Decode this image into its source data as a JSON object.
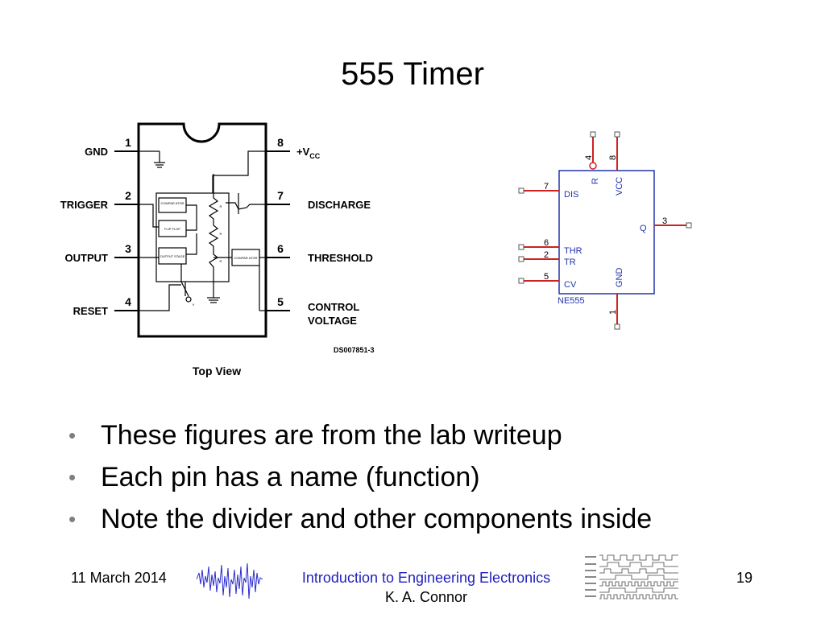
{
  "slide": {
    "title": "555 Timer"
  },
  "pinout": {
    "left_pins": [
      {
        "num": "1",
        "label": "GND"
      },
      {
        "num": "2",
        "label": "TRIGGER"
      },
      {
        "num": "3",
        "label": "OUTPUT"
      },
      {
        "num": "4",
        "label": "RESET"
      }
    ],
    "right_pins": [
      {
        "num": "8",
        "label": "+V"
      },
      {
        "num": "7",
        "label": "DISCHARGE"
      },
      {
        "num": "6",
        "label": "THRESHOLD"
      },
      {
        "num": "5",
        "label": "CONTROL"
      }
    ],
    "vcc_sub": "CC",
    "control_line2": "VOLTAGE",
    "internal": {
      "comparator": "COMPAR ATOR",
      "flipflop": "FLIP FLOP",
      "output_stage": "OUTPUT STAGE",
      "vref": "V",
      "r": "R"
    },
    "code": "DS007851-3",
    "caption": "Top View"
  },
  "schematic": {
    "pins": {
      "p7": "7",
      "p6": "6",
      "p2": "2",
      "p5": "5",
      "p3": "3",
      "p4": "4",
      "p8": "8",
      "p1": "1"
    },
    "labels": {
      "dis": "DIS",
      "thr": "THR",
      "tr": "TR",
      "cv": "CV",
      "q": "Q",
      "r": "R",
      "vcc": "VCC",
      "gnd": "GND"
    },
    "part": "NE555"
  },
  "bullets": [
    "These figures are from the lab writeup",
    "Each pin has a name (function)",
    "Note the divider and other components inside"
  ],
  "footer": {
    "date": "11 March 2014",
    "course": "Introduction to Engineering Electronics",
    "author": "K. A. Connor",
    "page": "19"
  },
  "colors": {
    "accent": "#1f1fbf",
    "pin_red": "#cc2222",
    "chip_blue": "#2233aa",
    "bullet_gray": "#7f7f7f"
  }
}
